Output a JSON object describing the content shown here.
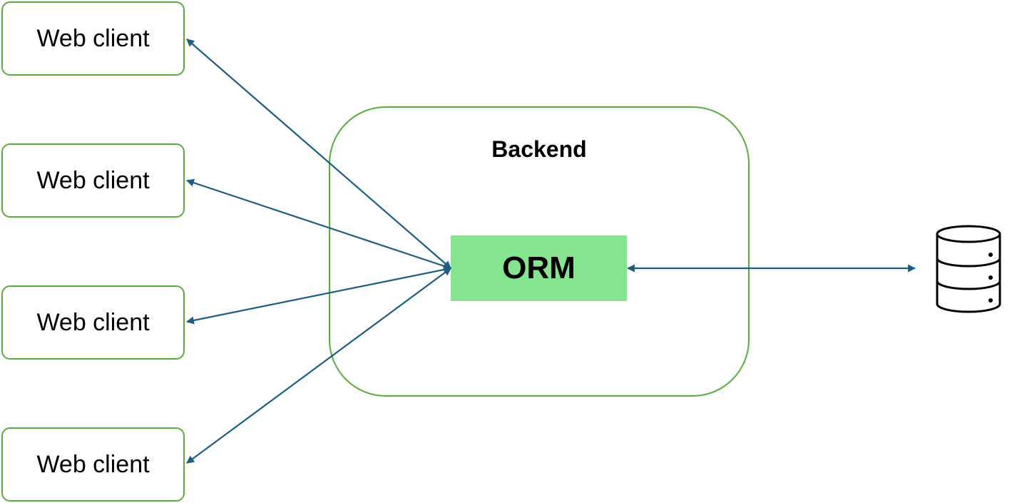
{
  "diagram": {
    "clients": [
      {
        "label": "Web client"
      },
      {
        "label": "Web client"
      },
      {
        "label": "Web client"
      },
      {
        "label": "Web client"
      }
    ],
    "backend": {
      "title": "Backend"
    },
    "orm": {
      "label": "ORM"
    },
    "database": {
      "icon": "database-icon"
    },
    "colors": {
      "border_green": "#5aac3c",
      "orm_fill": "#86e490",
      "arrow_blue": "#1b5e82"
    }
  }
}
